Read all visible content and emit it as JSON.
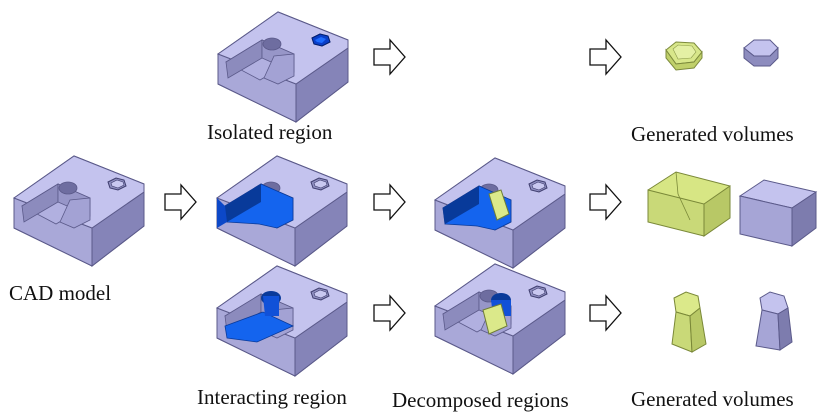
{
  "labels": {
    "isolated_region": "Isolated region",
    "generated_volumes_top": "Generated volumes",
    "cad_model": "CAD model",
    "interacting_region": "Interacting region",
    "decomposed_regions": "Decomposed regions",
    "generated_volumes_bottom": "Generated volumes"
  },
  "colors": {
    "model_face_top": "#b9b8e8",
    "model_face_side": "#9b9acb",
    "model_face_dark": "#7d7cae",
    "highlight_blue": "#1464ee",
    "highlight_dark": "#083a9a",
    "volume_yellow": "#dbe98a",
    "arrow_outline": "#111111"
  }
}
